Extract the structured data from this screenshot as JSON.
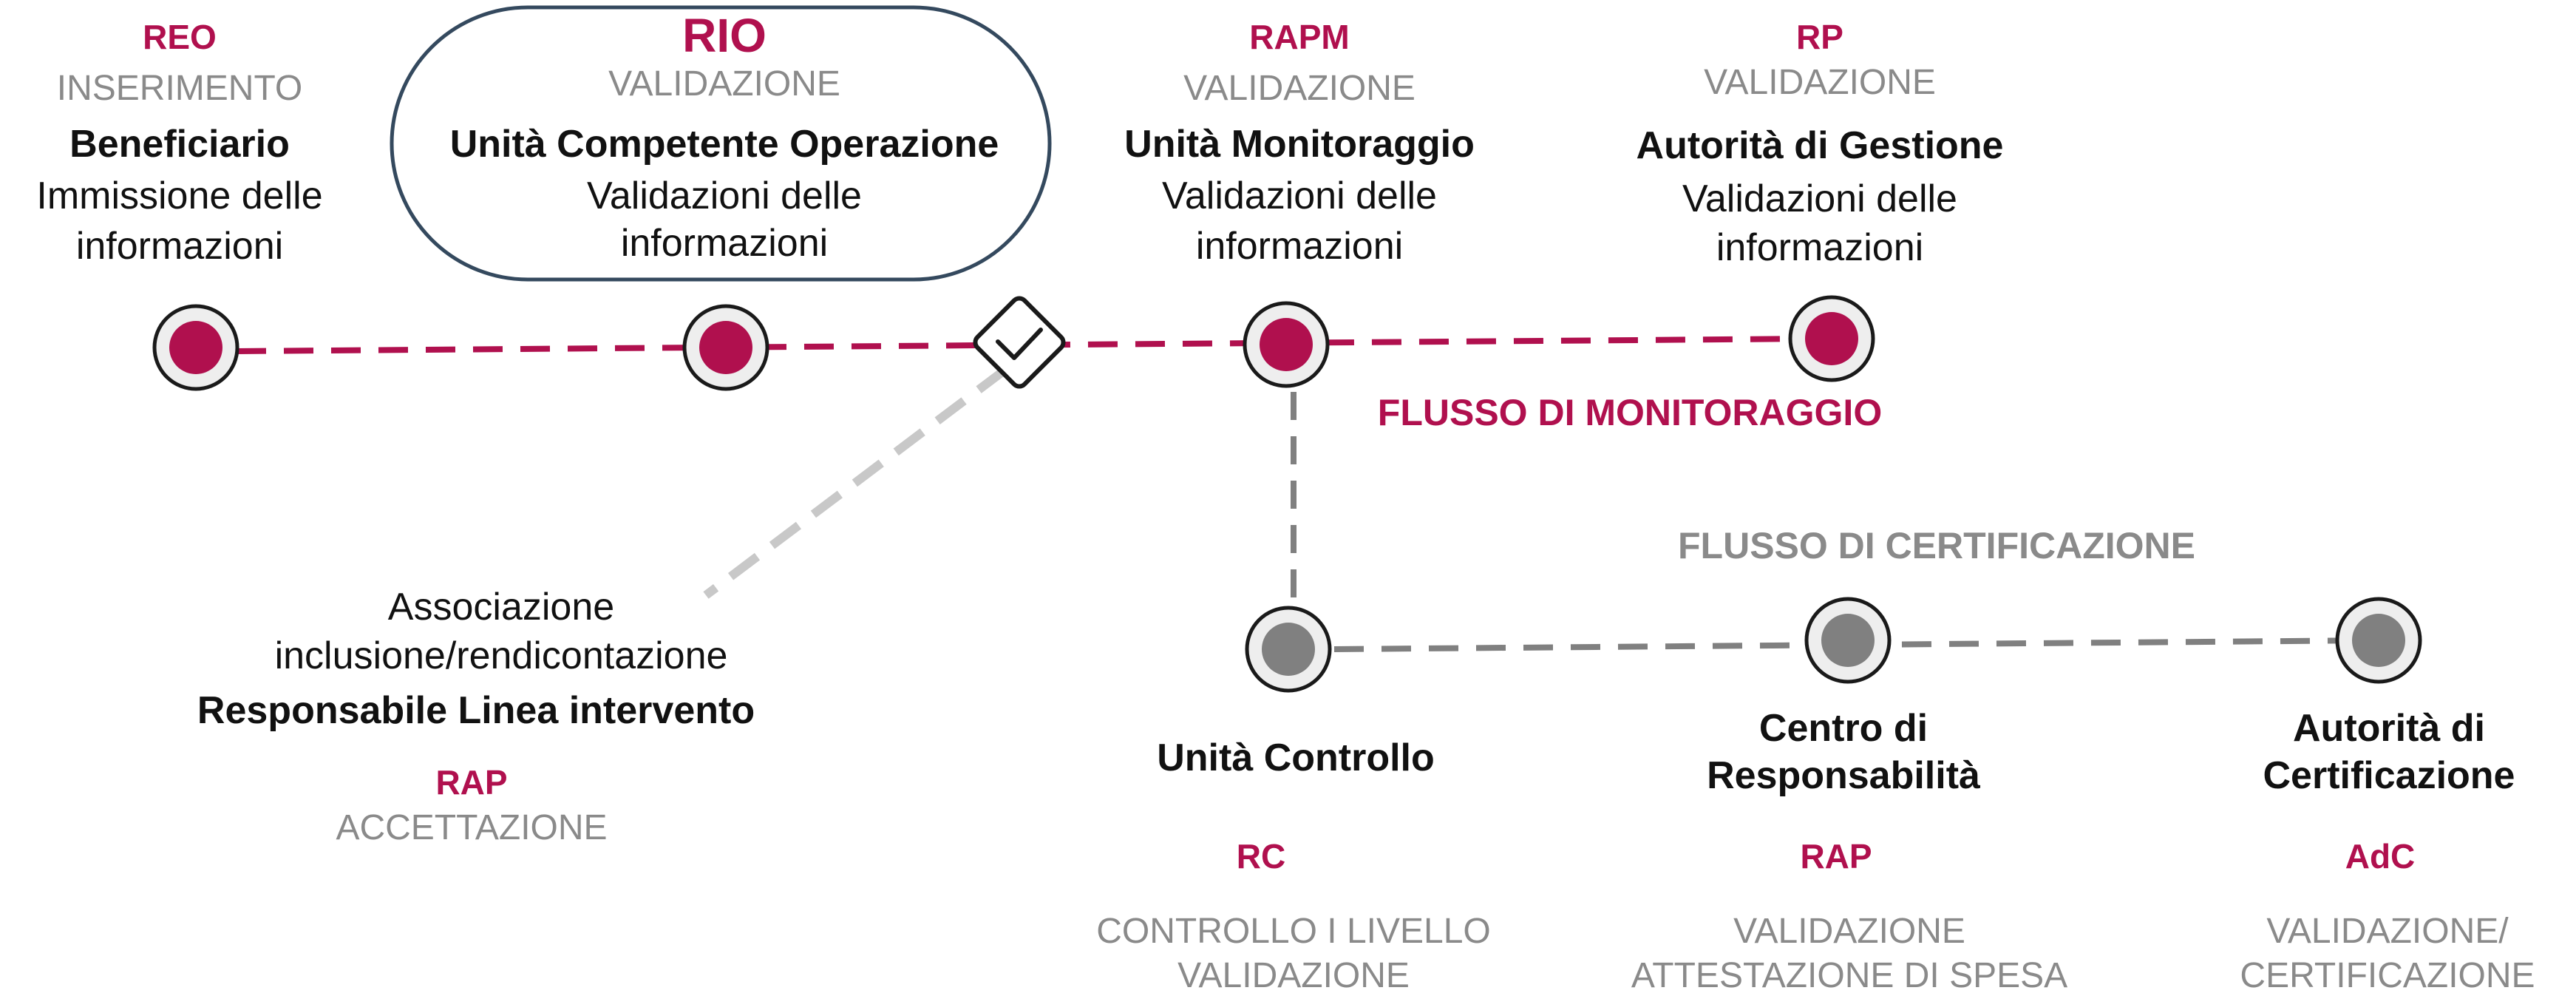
{
  "colors": {
    "monitoring": "#b0104e",
    "certification": "#808080",
    "phase_text": "#8a8a8a",
    "highlight_border": "#34495e",
    "link": "#c8c8c8"
  },
  "icons": {
    "decision": "diamond-check-icon"
  },
  "monitoring_flow": {
    "label": "FLUSSO DI MONITORAGGIO",
    "nodes": [
      {
        "code": "REO",
        "phase": "INSERIMENTO",
        "actor": "Beneficiario",
        "desc": [
          "Immissione delle",
          "informazioni"
        ]
      },
      {
        "code": "RIO",
        "phase": "VALIDAZIONE",
        "actor": "Unità Competente Operazione",
        "desc": [
          "Validazioni delle",
          "informazioni"
        ]
      },
      {
        "code": "RAPM",
        "phase": "VALIDAZIONE",
        "actor": "Unità Monitoraggio",
        "desc": [
          "Validazioni delle",
          "informazioni"
        ]
      },
      {
        "code": "RP",
        "phase": "VALIDAZIONE",
        "actor": "Autorità di Gestione",
        "desc": [
          "Validazioni delle",
          "informazioni"
        ]
      }
    ]
  },
  "association": {
    "desc": [
      "Associazione",
      "inclusione/rendicontazione"
    ],
    "actor": "Responsabile Linea intervento",
    "code": "RAP",
    "phase": "ACCETTAZIONE"
  },
  "certification_flow": {
    "label": "FLUSSO DI CERTIFICAZIONE",
    "nodes": [
      {
        "actor": [
          "Unità Controllo"
        ],
        "code": "RC",
        "phase": [
          "CONTROLLO I LIVELLO",
          "VALIDAZIONE"
        ]
      },
      {
        "actor": [
          "Centro di",
          "Responsabilità"
        ],
        "code": "RAP",
        "phase": [
          "VALIDAZIONE",
          "ATTESTAZIONE DI SPESA"
        ]
      },
      {
        "actor": [
          "Autorità di",
          "Certificazione"
        ],
        "code": "AdC",
        "phase": [
          "VALIDAZIONE/",
          "CERTIFICAZIONE"
        ]
      }
    ]
  }
}
